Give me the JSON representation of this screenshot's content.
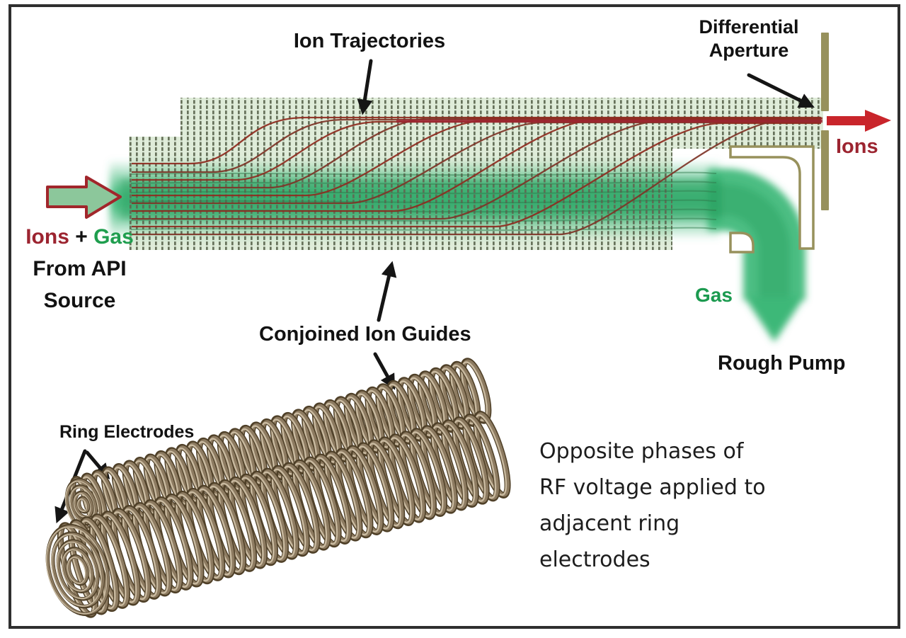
{
  "labels": {
    "ion_trajectories": "Ion Trajectories",
    "differential_aperture_line1": "Differential",
    "differential_aperture_line2": "Aperture",
    "ions_out": "Ions",
    "ions_in": "Ions",
    "plus": " + ",
    "gas_in": "Gas",
    "from_api": "From API",
    "source": "Source",
    "gas_out": "Gas",
    "rough_pump": "Rough Pump",
    "conjoined_ion_guides": "Conjoined Ion Guides",
    "ring_electrodes": "Ring Electrodes",
    "rf_note": "Opposite phases of\nRF voltage applied to\nadjacent ring\nelectrodes"
  },
  "colors": {
    "ion_dark_red": "#9c2430",
    "trajectory_red": "#8e2b20",
    "trajectory_red_alt": "#7e3427",
    "beam_red": "#c9252b",
    "gas_green": "#3cb878",
    "gas_green_dark": "#2aa05f",
    "gas_label_green": "#1b9a4f",
    "streamline_green": "#2f7a4c",
    "electrode_olive": "#5f6a53",
    "guide_bg_green": "#dcead6",
    "aperture_khaki": "#97915c",
    "coil_dark": "#4f4028",
    "coil_mid": "#8d7b61",
    "coil_light": "#cdbfa4",
    "annotation_black": "#151515",
    "arrow_fill_green": "#8cc79b",
    "arrow_stroke_red": "#a1262b",
    "border_gray": "#2f2f2f"
  }
}
